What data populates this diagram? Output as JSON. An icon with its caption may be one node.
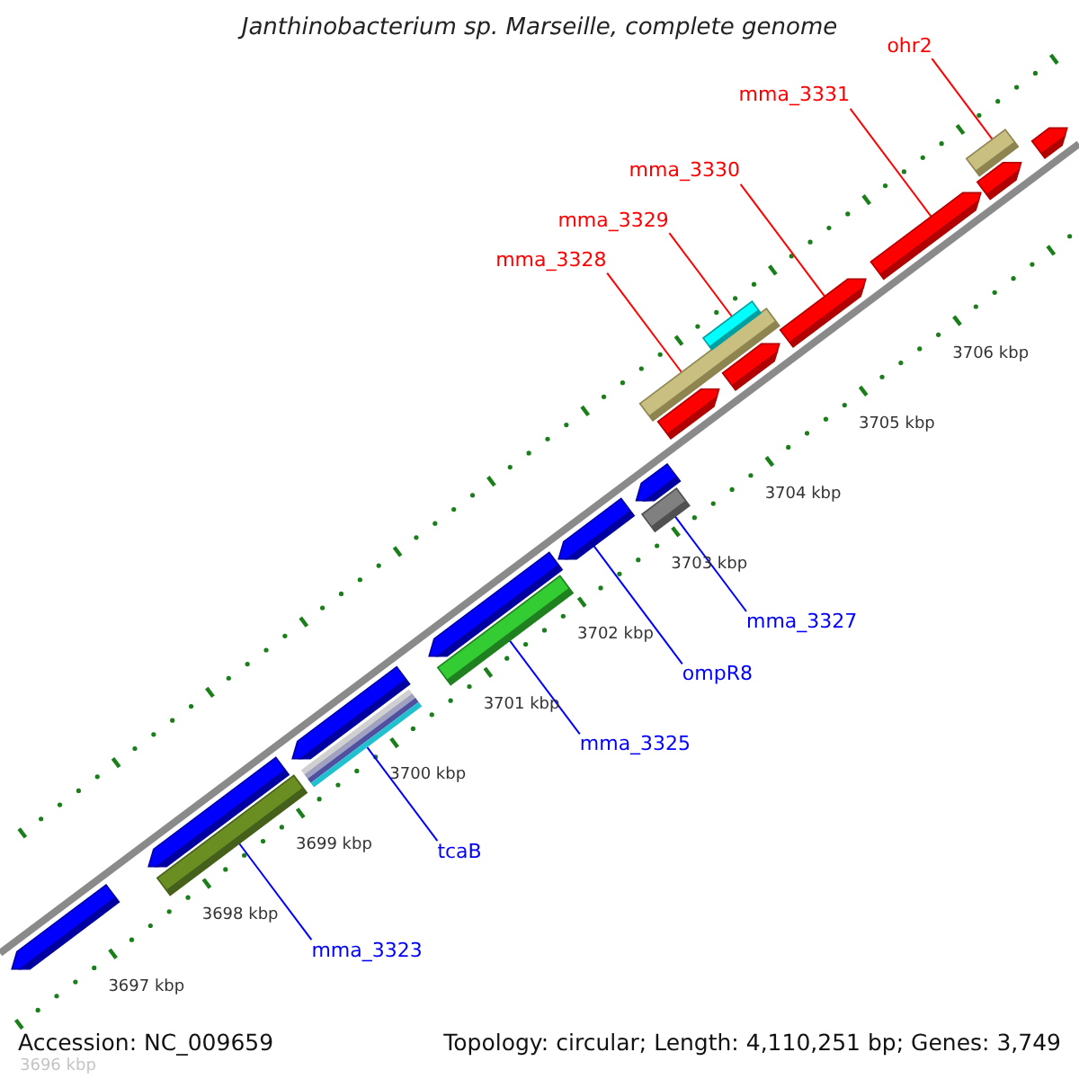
{
  "diagram": {
    "title": "Janthinobacterium sp. Marseille, complete genome",
    "nodes": [
      {
        "text": [
          "ohr2"
        ]
      },
      {
        "text": [
          "mma_3331"
        ]
      },
      {
        "text": [
          "mma_3330"
        ]
      },
      {
        "text": [
          "mma_3329"
        ]
      },
      {
        "text": [
          "mma_3328"
        ]
      },
      {
        "text": [
          "mma_3327"
        ]
      },
      {
        "text": [
          "ompR8"
        ]
      },
      {
        "text": [
          "mma_3325"
        ]
      },
      {
        "text": [
          "tcaB"
        ]
      },
      {
        "text": [
          "mma_3323"
        ]
      },
      {
        "text": [],
        "shape": "bar"
      },
      {
        "text": [],
        "shape": "bar"
      },
      {
        "text": [],
        "shape": "bar"
      },
      {
        "text": [],
        "shape": "bar"
      },
      {
        "text": [],
        "shape": "bar"
      },
      {
        "text": [],
        "shape": "bar"
      },
      {
        "text": [],
        "shape": "bar"
      },
      {
        "text": [],
        "shape": "bar"
      },
      {
        "text": [],
        "shape": "bar"
      },
      {
        "text": [],
        "shape": "bar"
      }
    ],
    "edges": [
      {
        "from": 0,
        "to": 19,
        "arrow": "none",
        "color": "#ff0000"
      },
      {
        "from": 1,
        "to": 18,
        "arrow": "none",
        "color": "#ff0000"
      },
      {
        "from": 2,
        "to": 17,
        "arrow": "none",
        "color": "#ff0000"
      },
      {
        "from": 3,
        "to": 16,
        "arrow": "none",
        "color": "#ff0000"
      },
      {
        "from": 4,
        "to": 15,
        "arrow": "none",
        "color": "#ff0000"
      },
      {
        "from": 5,
        "to": 14,
        "arrow": "none",
        "color": "#0000ff"
      },
      {
        "from": 6,
        "to": 13,
        "arrow": "none",
        "color": "#0000ff"
      },
      {
        "from": 7,
        "to": 12,
        "arrow": "none",
        "color": "#0000ff"
      },
      {
        "from": 8,
        "to": 11,
        "arrow": "none",
        "color": "#0000ff"
      },
      {
        "from": 9,
        "to": 10,
        "arrow": "none",
        "color": "#0000ff"
      }
    ],
    "labels": [
      "3706 kbp",
      "3705 kbp",
      "3704 kbp",
      "3703 kbp",
      "3702 kbp",
      "3701 kbp",
      "3700 kbp",
      "3699 kbp",
      "3698 kbp",
      "3697 kbp",
      "Accession: NC_009659",
      "Topology: circular; Length: 4,110,251 bp; Genes: 3,749",
      "3696 kbp"
    ]
  }
}
